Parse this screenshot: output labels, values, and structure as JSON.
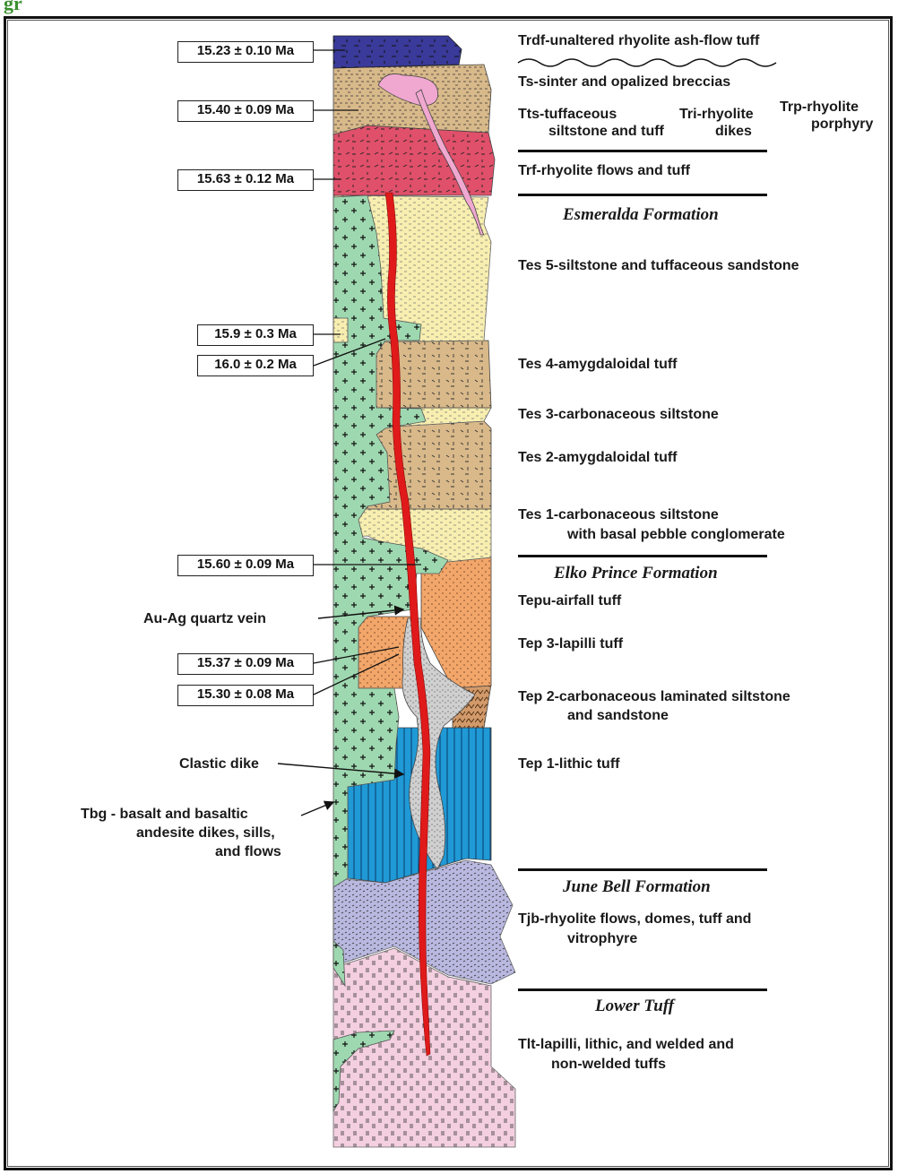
{
  "header": {
    "text": "gr"
  },
  "ages": {
    "a1": "15.23 ± 0.10 Ma",
    "a2": "15.40 ± 0.09 Ma",
    "a3": "15.63 ± 0.12 Ma",
    "a4": "15.9 ± 0.3 Ma",
    "a5": "16.0 ± 0.2 Ma",
    "a6": "15.60 ± 0.09 Ma",
    "a7": "15.37 ± 0.09 Ma",
    "a8": "15.30 ± 0.08 Ma"
  },
  "formations": {
    "esmeralda": "Esmeralda Formation",
    "elko": "Elko Prince Formation",
    "june": "June Bell Formation",
    "lower": "Lower Tuff"
  },
  "units": {
    "trdf": "Trdf-unaltered rhyolite ash-flow tuff",
    "ts": "Ts-sinter and opalized breccias",
    "tts1": "Tts-tuffaceous",
    "tts2": "siltstone and tuff",
    "tri1": "Tri-rhyolite",
    "tri2": "dikes",
    "trp1": "Trp-rhyolite",
    "trp2": "porphyry",
    "trf": "Trf-rhyolite flows and tuff",
    "tes5": "Tes 5-siltstone and tuffaceous sandstone",
    "tes4": "Tes 4-amygdaloidal tuff",
    "tes3": "Tes 3-carbonaceous siltstone",
    "tes2": "Tes 2-amygdaloidal tuff",
    "tes1a": "Tes 1-carbonaceous siltstone",
    "tes1b": "with basal pebble conglomerate",
    "tepu": "Tepu-airfall tuff",
    "tep3": "Tep 3-lapilli tuff",
    "tep2a": "Tep 2-carbonaceous  laminated siltstone",
    "tep2b": "and sandstone",
    "tep1": "Tep 1-lithic tuff",
    "tjb1": "Tjb-rhyolite flows, domes, tuff and",
    "tjb2": "vitrophyre",
    "tlt1": "Tlt-lapilli, lithic, and welded and",
    "tlt2": "non-welded tuffs"
  },
  "callouts": {
    "vein": "Au-Ag quartz vein",
    "clastic": "Clastic dike",
    "tbg1": "Tbg - basalt and basaltic",
    "tbg2": "andesite dikes, sills,",
    "tbg3": "and flows"
  },
  "colors": {
    "trdf": "#3a3a9a",
    "ts": "#d8b98a",
    "trf": "#e0506a",
    "tes_silt": "#f7eeb0",
    "tes_tuff": "#d9b98a",
    "basalt": "#9ed8b0",
    "tepu": "#f2a66a",
    "tep1": "#1f9ad6",
    "tjb": "#b8b8e0",
    "tlt": "#f3cfe0",
    "vein": "#e01a1a",
    "clastic": "#d0d0d0",
    "tri": "#f0a8d0"
  }
}
